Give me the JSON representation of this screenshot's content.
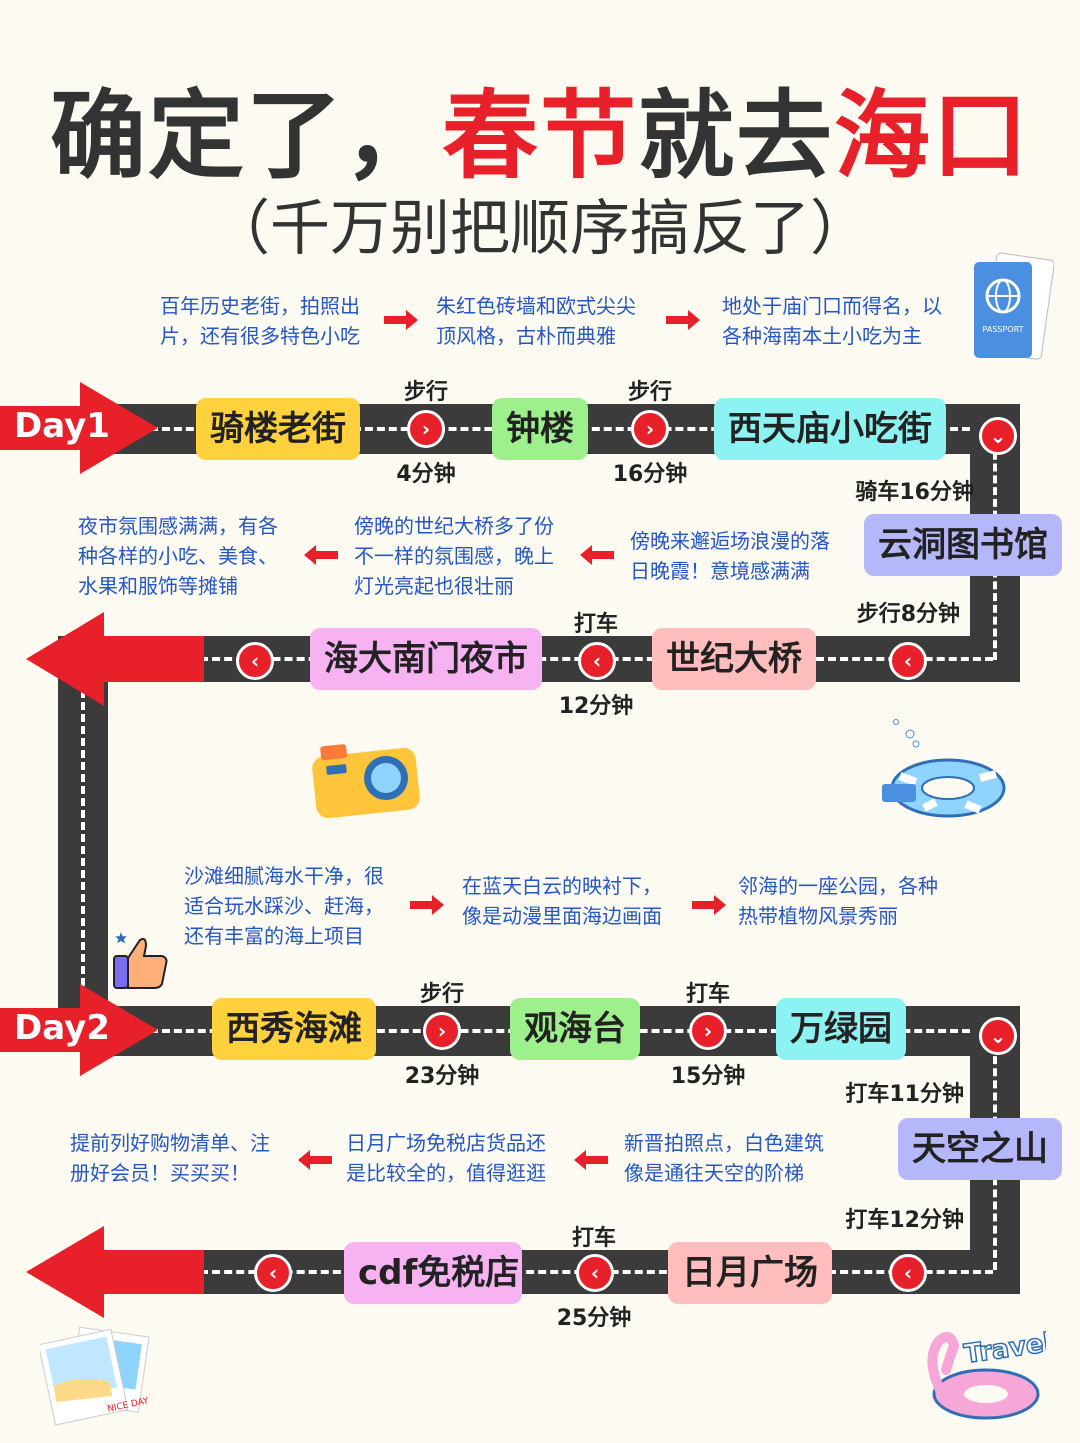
{
  "title": {
    "part1": "确定了，",
    "part2": "春节",
    "part3": "就去",
    "part4": "海口"
  },
  "subtitle": "（千万别把顺序搞反了）",
  "passport_text": "PASSPORT",
  "day1": {
    "label": "Day1",
    "row1": [
      {
        "name": "骑楼老街"
      },
      {
        "name": "钟楼"
      },
      {
        "name": "西天庙小吃街"
      }
    ],
    "row1_links": [
      {
        "mode": "步行",
        "time": "4分钟"
      },
      {
        "mode": "步行",
        "time": "16分钟"
      }
    ],
    "row1_desc": [
      "百年历史老街，拍照出\n片，还有很多特色小吃",
      "朱红色砖墙和欧式尖尖\n顶风格，古朴而典雅",
      "地处于庙门口而得名，以\n各种海南本土小吃为主"
    ],
    "side_top": "骑车16分钟",
    "side_place": "云洞图书馆",
    "side_bottom": "步行8分钟",
    "row2": [
      {
        "name": "世纪大桥"
      },
      {
        "name": "海大南门夜市"
      }
    ],
    "row2_link": {
      "mode": "打车",
      "time": "12分钟"
    },
    "row2_desc": [
      "傍晚来邂逅场浪漫的落\n日晚霞！意境感满满",
      "傍晚的世纪大桥多了份\n不一样的氛围感，晚上\n灯光亮起也很壮丽",
      "夜市氛围感满满，有各\n种各样的小吃、美食、\n水果和服饰等摊铺"
    ]
  },
  "day2": {
    "label": "Day2",
    "row1": [
      {
        "name": "西秀海滩"
      },
      {
        "name": "观海台"
      },
      {
        "name": "万绿园"
      }
    ],
    "row1_links": [
      {
        "mode": "步行",
        "time": "23分钟"
      },
      {
        "mode": "打车",
        "time": "15分钟"
      }
    ],
    "row1_desc": [
      "沙滩细腻海水干净，很\n适合玩水踩沙、赶海，\n还有丰富的海上项目",
      "在蓝天白云的映衬下，\n像是动漫里面海边画面",
      "邻海的一座公园，各种\n热带植物风景秀丽"
    ],
    "side_top": "打车11分钟",
    "side_place": "天空之山",
    "side_bottom": "打车12分钟",
    "row2": [
      {
        "name": "日月广场"
      },
      {
        "name": "cdf免税店"
      }
    ],
    "row2_link": {
      "mode": "打车",
      "time": "25分钟"
    },
    "row2_desc": [
      "新晋拍照点，白色建筑\n像是通往天空的阶梯",
      "日月广场免税店货品还\n是比较全的，值得逛逛",
      "提前列好购物清单、注\n册好会员！买买买！"
    ]
  },
  "decor": {
    "travel_text": "Travel",
    "postcard_text": "NICE DAY"
  },
  "colors": {
    "red": "#e8202a",
    "road": "#3b3b3b",
    "blue_text": "#2457c5"
  }
}
